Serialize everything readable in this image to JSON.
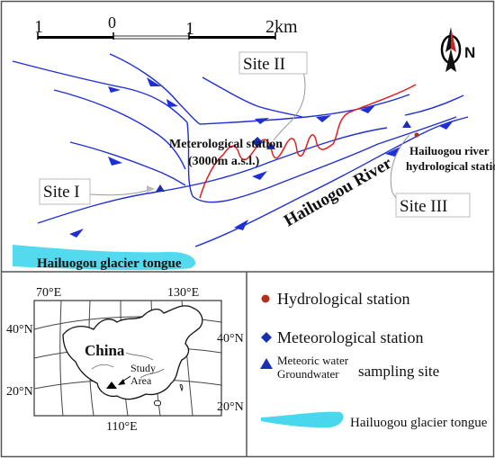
{
  "scale_bar": {
    "ticks": [
      "1",
      "0",
      "1",
      "2km"
    ]
  },
  "north_arrow": {
    "label": "N"
  },
  "sites": [
    {
      "label": "Site I"
    },
    {
      "label": "Site II"
    },
    {
      "label": "Site III"
    }
  ],
  "map_labels": {
    "met_station": "Meterological station",
    "met_elevation": "(3000m a.s.l.)",
    "hydro_station_line1": "Hailuogou river",
    "hydro_station_line2": "hydrological station",
    "river": "Hailuogou River",
    "glacier": "Hailuogou glacier tongue"
  },
  "inset": {
    "lon_top_left": "70°E",
    "lon_top_right": "130°E",
    "lon_bottom": "110°E",
    "lat_left_top": "40°N",
    "lat_left_bottom": "20°N",
    "lat_right_top": "40°N",
    "lat_right_bottom": "20°N",
    "country": "China",
    "study_area_line1": "Study",
    "study_area_line2": "Area"
  },
  "legend": {
    "hydro": "Hydrological station",
    "met": "Meteorological station",
    "sampling_line1": "Meteoric water",
    "sampling_line2": "Groundwater",
    "sampling_side": "sampling site",
    "glacier": "Hailuogou glacier tongue"
  },
  "colors": {
    "river": "#1f2fd6",
    "road": "#e02020",
    "marker": "#1a2fb0",
    "hydro_marker": "#b2331c",
    "glacier": "#35d3ec",
    "frame": "#555555"
  }
}
